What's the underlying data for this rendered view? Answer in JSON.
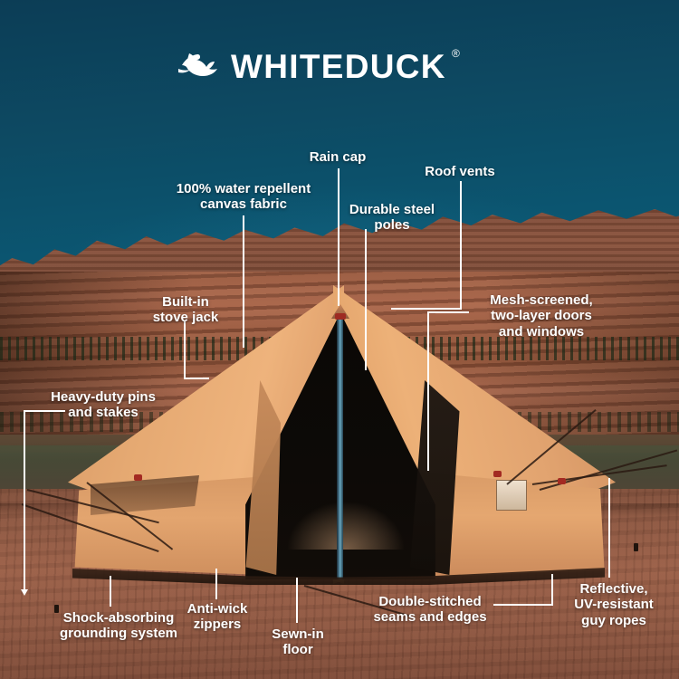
{
  "brand": {
    "name": "WHITEDUCK",
    "trademark": "®",
    "logo_icon": "flying-duck-icon"
  },
  "theme": {
    "sky_top": "#0c3d56",
    "sky_bottom": "#0d5a74",
    "rock": "#9a5c42",
    "ground": "#9a6049",
    "tent_canvas": "#e5a972",
    "label_text": "#ffffff",
    "leader_line": "#ffffff",
    "anchor_red": "#a32a22"
  },
  "callouts": [
    {
      "id": "water-repellent-canvas",
      "label": "100% water repellent\ncanvas fabric"
    },
    {
      "id": "rain-cap",
      "label": "Rain cap"
    },
    {
      "id": "roof-vents",
      "label": "Roof vents"
    },
    {
      "id": "durable-steel-poles",
      "label": "Durable steel\npoles"
    },
    {
      "id": "built-in-stove-jack",
      "label": "Built-in\nstove jack"
    },
    {
      "id": "mesh-screened-doors-windows",
      "label": "Mesh-screened,\ntwo-layer doors\nand windows"
    },
    {
      "id": "heavy-duty-pins-stakes",
      "label": "Heavy-duty pins\nand stakes"
    },
    {
      "id": "shock-absorbing-grounding-system",
      "label": "Shock-absorbing\ngrounding system"
    },
    {
      "id": "anti-wick-zippers",
      "label": "Anti-wick\nzippers"
    },
    {
      "id": "sewn-in-floor",
      "label": "Sewn-in\nfloor"
    },
    {
      "id": "double-stitched-seams-edges",
      "label": "Double-stitched\nseams and edges"
    },
    {
      "id": "reflective-uv-resistant-guy-ropes",
      "label": "Reflective,\nUV-resistant\nguy ropes"
    }
  ],
  "product": {
    "type": "canvas-bell-tent",
    "scene": "desert-canyon-backdrop"
  }
}
